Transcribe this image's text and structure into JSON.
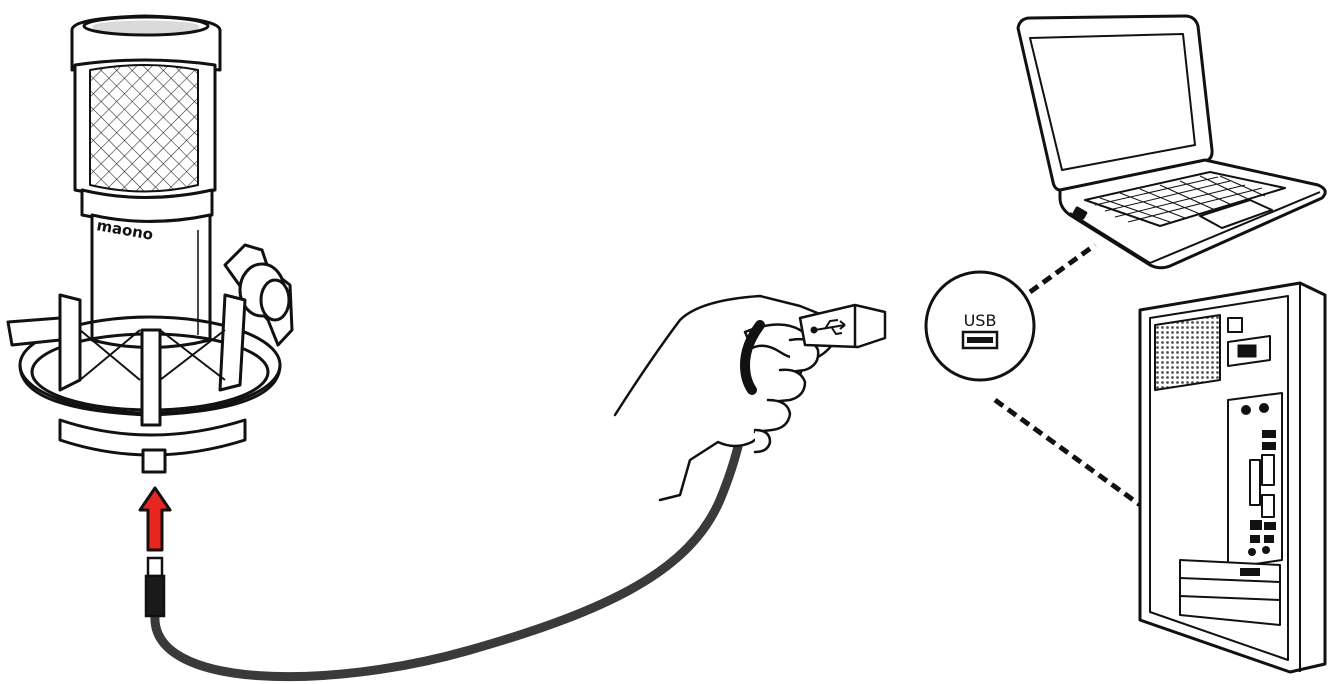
{
  "microphone": {
    "brand": "maono"
  },
  "callout": {
    "port_label": "USB"
  },
  "colors": {
    "line": "#111111",
    "cable": "#3a3a3a",
    "arrow": "#e8261f",
    "connector": "#1a1a1a",
    "mesh_fill": "#ffffff",
    "vent_fill": "#bdbdbd"
  },
  "icons": [
    "microphone",
    "shock-mount",
    "usb-cable",
    "hand",
    "usb-plug",
    "usb-port-callout",
    "laptop",
    "desktop-tower",
    "up-arrow"
  ]
}
